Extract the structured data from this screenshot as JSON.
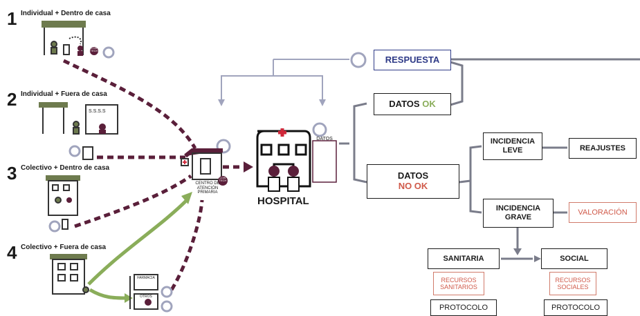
{
  "scenarios": [
    {
      "number": "1",
      "label": "Individual + Dentro de casa"
    },
    {
      "number": "2",
      "label": "Individual + Fuera de casa"
    },
    {
      "number": "3",
      "label": "Colectivo + Dentro de casa"
    },
    {
      "number": "4",
      "label": "Colectivo + Fuera de casa"
    }
  ],
  "sign_ssss": "S.S.S.S",
  "lowtech": "LOW TECH",
  "centro": "CENTRO DE ATENCIÓN PRIMARIA",
  "farmacia": "FARMACIA",
  "otros": "OTROS",
  "hospital": "HOSPITAL",
  "datos_tag": "DATOS",
  "respuesta": "RESPUESTA",
  "datos_ok": {
    "prefix": "DATOS ",
    "ok": "OK"
  },
  "datos_nook": {
    "line1": "DATOS",
    "line2": "NO OK"
  },
  "incidencia_leve": "INCIDENCIA LEVE",
  "reajustes": "REAJUSTES",
  "incidencia_grave": "INCIDENCIA GRAVE",
  "valoracion": "VALORACIÓN",
  "sanitaria": "SANITARIA",
  "social": "SOCIAL",
  "recursos_sanitarios": "RECURSOS SANITARIOS",
  "recursos_sociales": "RECURSOS SOCIALES",
  "protocolo_1": "PROTOCOLO",
  "protocolo_2": "PROTOCOLO",
  "colors": {
    "flow": "#5a1f3a",
    "blue": "#2e3a87",
    "green": "#8aad5a",
    "gray": "#8a8a9a",
    "red": "#d05a4a",
    "cross": "#d0283a"
  }
}
